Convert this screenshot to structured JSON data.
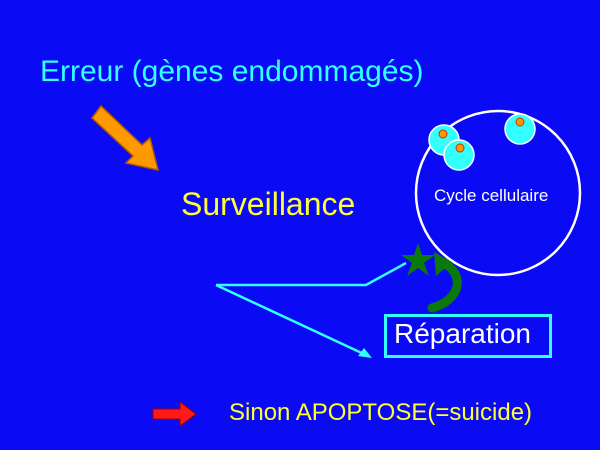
{
  "title": "Erreur (gènes endommagés)",
  "surveillance": "Surveillance",
  "cycle_label": "Cycle cellulaire",
  "repair_label": "Réparation",
  "alternative": "Sinon APOPTOSE(=suicide)",
  "colors": {
    "background": "#0A0AF5",
    "title": "#33FFFF",
    "highlight": "#FFFF33",
    "cell": "#33FFFF",
    "nucleus": "#FF9900",
    "arrow_orange": "#FF9900",
    "arrow_red": "#FF1A1A",
    "checkpoint_star": "#0B7A0B",
    "repair_arrow": "#0B7A0B"
  },
  "icons": {
    "checkpoint": "star-icon",
    "cells": "cell-icon",
    "indicator": "right-arrow-icon"
  }
}
